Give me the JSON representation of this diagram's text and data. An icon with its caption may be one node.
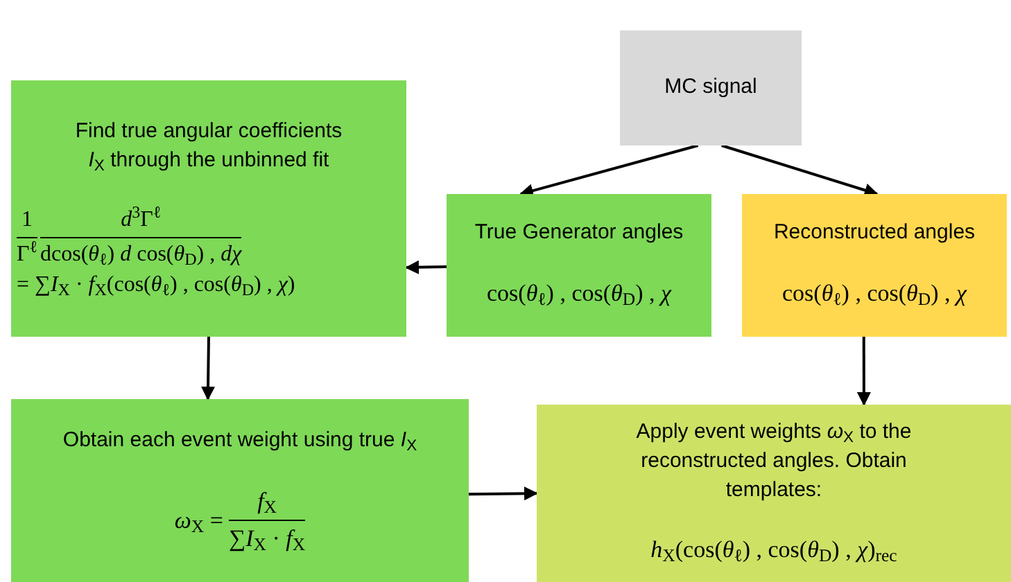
{
  "diagram": {
    "nodes": [
      {
        "text": [
          "MC signal"
        ]
      },
      {
        "text": [
          "Find true angular coefficients *I*$_{X}$ through the unbinned fit",
          "1",
          "Γ$^{ℓ}$",
          "*d*$^{3}$Γ$^{ℓ}$",
          "dcos(*θ*$_{ℓ}$) *d* cos(*θ*$_{D}$) , *dχ*",
          "= ∑*I*$_{X}$ · *f*$_{X}$(cos(*θ*$_{ℓ}$) , cos(*θ*$_{D}$) , *χ*)"
        ]
      },
      {
        "text": [
          "True Generator angles",
          "cos(*θ*$_{ℓ}$) , cos(*θ*$_{D}$) , *χ*"
        ]
      },
      {
        "text": [
          "Reconstructed angles",
          "cos(*θ*$_{ℓ}$) , cos(*θ*$_{D}$) , *χ*"
        ]
      },
      {
        "text": [
          "Obtain each event weight using true *I*$_{X}$",
          "*ω*$_{X}$ =",
          "*f*$_{X}$",
          "∑*I*$_{X}$ · *f*$_{X}$"
        ]
      },
      {
        "text": [
          "Apply event weights *ω*$_{X}$ to the reconstructed angles. Obtain templates:",
          "*h*$_{X}$(cos(*θ*$_{ℓ}$) , cos(*θ*$_{D}$) , *χ*)$_{rec}$"
        ]
      }
    ],
    "edges": [
      {
        "from": 0,
        "to": 2,
        "arrow": "to"
      },
      {
        "from": 0,
        "to": 3,
        "arrow": "to"
      },
      {
        "from": 2,
        "to": 1,
        "arrow": "to"
      },
      {
        "from": 1,
        "to": 4,
        "arrow": "to"
      },
      {
        "from": 3,
        "to": 5,
        "arrow": "to"
      },
      {
        "from": 4,
        "to": 5,
        "arrow": "to"
      }
    ]
  }
}
